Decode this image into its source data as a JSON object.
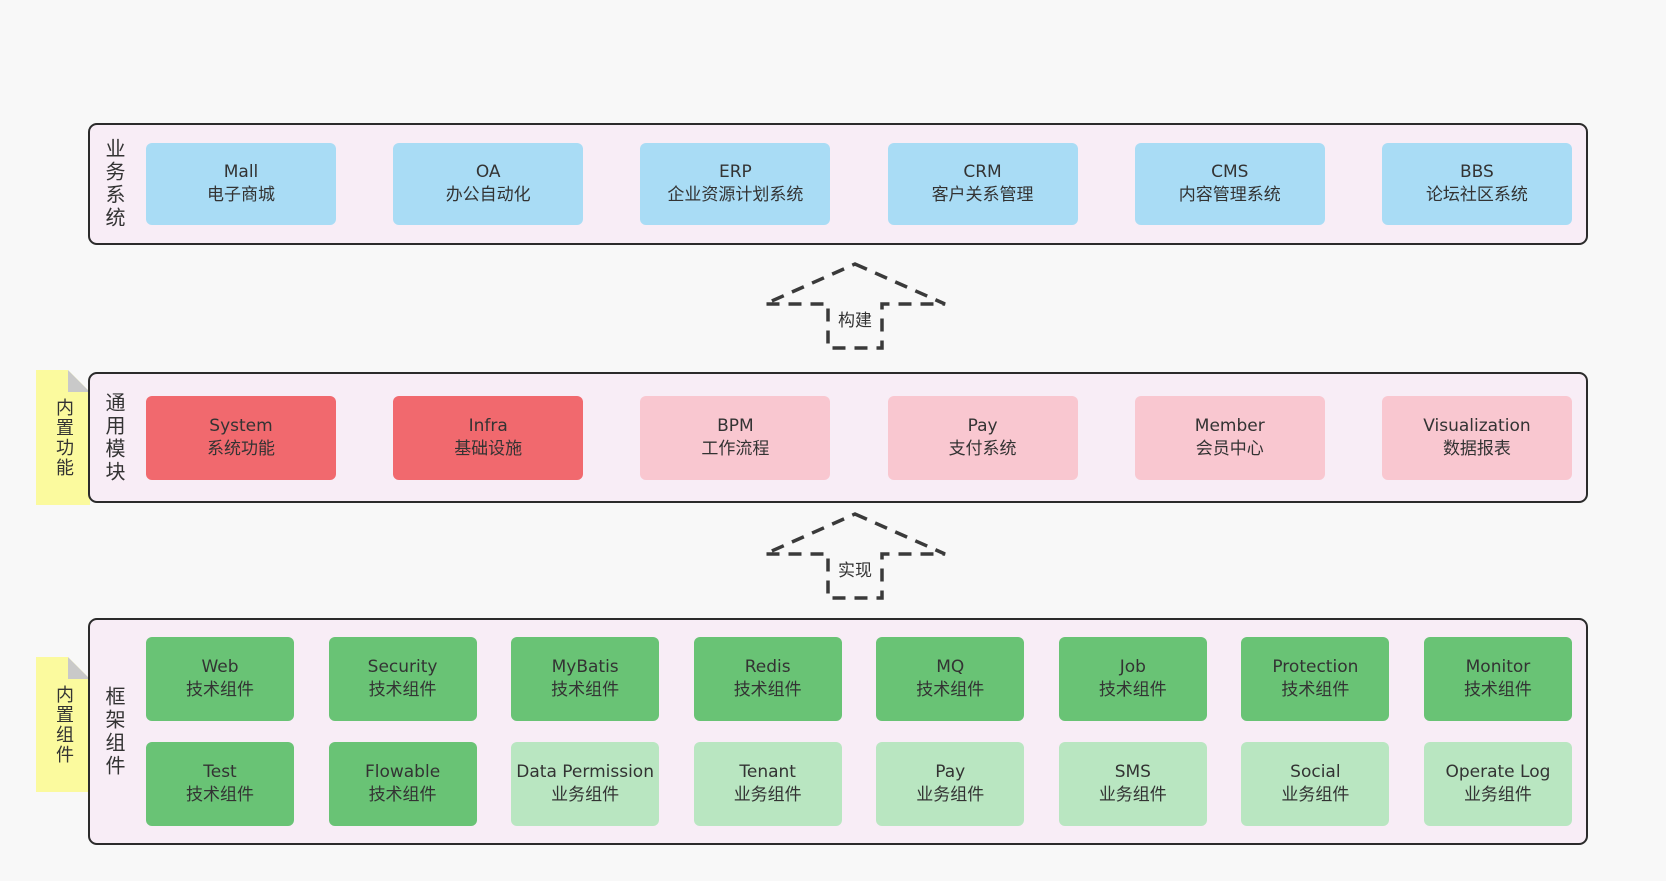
{
  "palette": {
    "page_bg": "#f8f8f8",
    "container_bg": "#f8edf6",
    "container_border": "#2b2b2b",
    "blue_box": "#a9dcf5",
    "red_box": "#f1696e",
    "pink_box": "#f9c7d0",
    "green_box": "#69c375",
    "green_light_box": "#b9e6c1",
    "yellow_tag": "#fbfa9e",
    "tag_fold": "#c9c9c9",
    "text": "#333333",
    "arrow": "#3a3a3a"
  },
  "arrows": [
    {
      "label": "构建"
    },
    {
      "label": "实现"
    }
  ],
  "sections": [
    {
      "label": "业务系统",
      "boxes": [
        {
          "en": "Mall",
          "zh": "电子商城",
          "variant": "blue"
        },
        {
          "en": "OA",
          "zh": "办公自动化",
          "variant": "blue"
        },
        {
          "en": "ERP",
          "zh": "企业资源计划系统",
          "variant": "blue"
        },
        {
          "en": "CRM",
          "zh": "客户关系管理",
          "variant": "blue"
        },
        {
          "en": "CMS",
          "zh": "内容管理系统",
          "variant": "blue"
        },
        {
          "en": "BBS",
          "zh": "论坛社区系统",
          "variant": "blue"
        }
      ]
    },
    {
      "label": "通用模块",
      "tag": "内置功能",
      "boxes": [
        {
          "en": "System",
          "zh": "系统功能",
          "variant": "red"
        },
        {
          "en": "Infra",
          "zh": "基础设施",
          "variant": "red"
        },
        {
          "en": "BPM",
          "zh": "工作流程",
          "variant": "pink"
        },
        {
          "en": "Pay",
          "zh": "支付系统",
          "variant": "pink"
        },
        {
          "en": "Member",
          "zh": "会员中心",
          "variant": "pink"
        },
        {
          "en": "Visualization",
          "zh": "数据报表",
          "variant": "pink"
        }
      ]
    },
    {
      "label": "框架组件",
      "tag": "内置组件",
      "rows": [
        [
          {
            "en": "Web",
            "zh": "技术组件",
            "variant": "green"
          },
          {
            "en": "Security",
            "zh": "技术组件",
            "variant": "green"
          },
          {
            "en": "MyBatis",
            "zh": "技术组件",
            "variant": "green"
          },
          {
            "en": "Redis",
            "zh": "技术组件",
            "variant": "green"
          },
          {
            "en": "MQ",
            "zh": "技术组件",
            "variant": "green"
          },
          {
            "en": "Job",
            "zh": "技术组件",
            "variant": "green"
          },
          {
            "en": "Protection",
            "zh": "技术组件",
            "variant": "green"
          },
          {
            "en": "Monitor",
            "zh": "技术组件",
            "variant": "green"
          }
        ],
        [
          {
            "en": "Test",
            "zh": "技术组件",
            "variant": "green"
          },
          {
            "en": "Flowable",
            "zh": "技术组件",
            "variant": "green"
          },
          {
            "en": "Data Permission",
            "zh": "业务组件",
            "variant": "green-light"
          },
          {
            "en": "Tenant",
            "zh": "业务组件",
            "variant": "green-light"
          },
          {
            "en": "Pay",
            "zh": "业务组件",
            "variant": "green-light"
          },
          {
            "en": "SMS",
            "zh": "业务组件",
            "variant": "green-light"
          },
          {
            "en": "Social",
            "zh": "业务组件",
            "variant": "green-light"
          },
          {
            "en": "Operate Log",
            "zh": "业务组件",
            "variant": "green-light"
          }
        ]
      ]
    }
  ]
}
